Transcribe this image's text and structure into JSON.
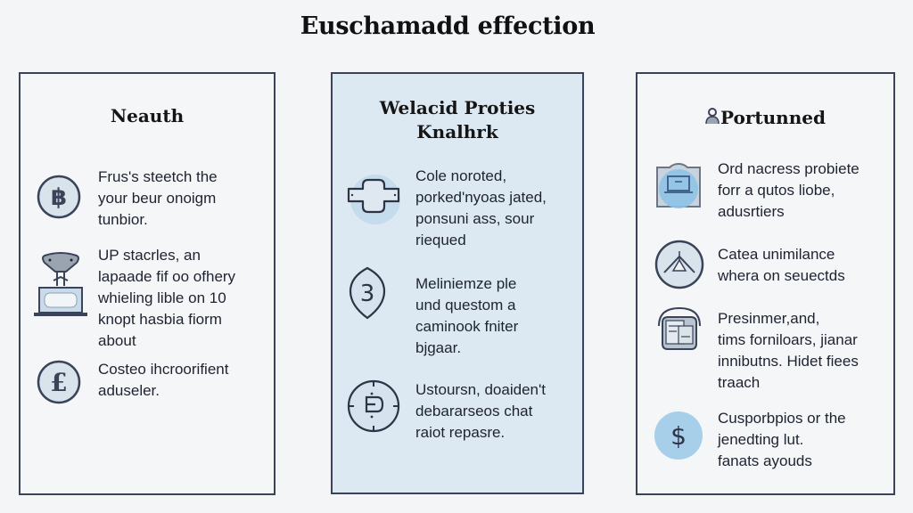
{
  "page": {
    "title": "Euschamadd effection"
  },
  "colors": {
    "panel_border": "#3a4358",
    "panel_bg": "#f4f6f8",
    "highlight_panel_bg": "#dde9f2",
    "icon_stroke": "#3a4358",
    "icon_fill": "#d8e2ea",
    "icon_accent_blue": "#9fcbea"
  },
  "panels": [
    {
      "title": "Neauth",
      "items": [
        {
          "icon": "bitcoin-coin-icon",
          "text": "Frus's steetch the\nyour beur onoigm\ntunbior."
        },
        {
          "icon": "laptop-funnel-icon",
          "text": "UP stacrles, an\nlapaade fif oo ofhery\nwhieling lible on 10\nknopt hasbia  fiorm\nabout"
        },
        {
          "icon": "pound-coin-icon",
          "text": "Costeo ihcroorifient\naduseler."
        }
      ]
    },
    {
      "title": "Welacid Proties\nKnalhrk",
      "items": [
        {
          "icon": "plus-bandage-icon",
          "text": "Cole noroted,\nporked'nyoas jated,\nponsuni ass, sour\nriequed"
        },
        {
          "icon": "shield-three-icon",
          "text": "Meliniemze ple\nund questom a\ncaminook fniter\nbjgaar."
        },
        {
          "icon": "compass-target-icon",
          "text": "Ustoursn, doaiden't\ndebararseos chat\nraiot repasre."
        }
      ]
    },
    {
      "title": "Portunned",
      "title_icon": "people-icon",
      "items": [
        {
          "icon": "monitor-icon",
          "text": "Ord nacress probiete\nforr a qutos liobe,\nadusrtiers"
        },
        {
          "icon": "mountain-tent-icon",
          "text": "Catea unimilance\nwhera on seuectds"
        },
        {
          "icon": "documents-icon",
          "text": "Presinmer,and,\ntims forniloars, jianar\ninnibutns. Hidet fiees\ntraach"
        },
        {
          "icon": "dollar-coin-icon",
          "text": "Cusporbpios or the\njenedting lut.\nfanats ayouds"
        }
      ]
    }
  ]
}
